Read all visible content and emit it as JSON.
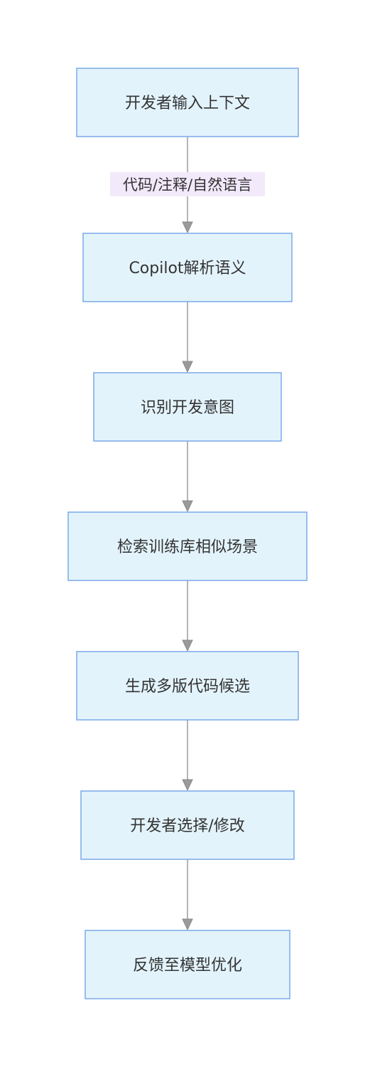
{
  "diagram": {
    "nodes": [
      {
        "id": "n1",
        "label": "开发者输入上下文"
      },
      {
        "id": "n2",
        "label": "Copilot解析语义"
      },
      {
        "id": "n3",
        "label": "识别开发意图"
      },
      {
        "id": "n4",
        "label": "检索训练库相似场景"
      },
      {
        "id": "n5",
        "label": "生成多版代码候选"
      },
      {
        "id": "n6",
        "label": "开发者选择/修改"
      },
      {
        "id": "n7",
        "label": "反馈至模型优化"
      }
    ],
    "edges": [
      {
        "from": "n1",
        "to": "n2",
        "label": "代码/注释/自然语言"
      },
      {
        "from": "n2",
        "to": "n3",
        "label": ""
      },
      {
        "from": "n3",
        "to": "n4",
        "label": ""
      },
      {
        "from": "n4",
        "to": "n5",
        "label": ""
      },
      {
        "from": "n5",
        "to": "n6",
        "label": ""
      },
      {
        "from": "n6",
        "to": "n7",
        "label": ""
      }
    ],
    "colors": {
      "node_fill": "#e3f3fc",
      "node_border": "#7aaae8",
      "edge": "#9a9a9a",
      "edge_label_bg": "#f2e9fb",
      "text": "#333333"
    }
  }
}
